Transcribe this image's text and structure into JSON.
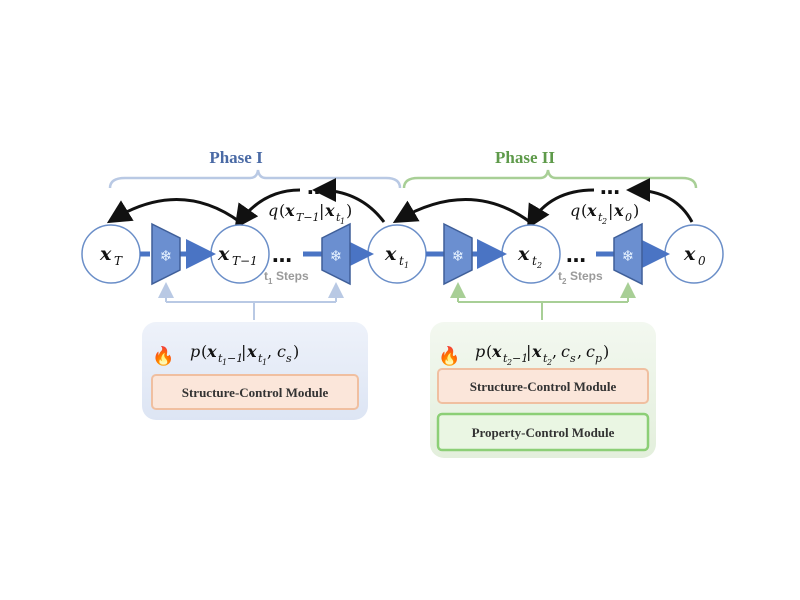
{
  "phases": [
    {
      "label": "Phase I",
      "color": "#4a6aa5"
    },
    {
      "label": "Phase II",
      "color": "#5e9a4a"
    }
  ],
  "nodes": {
    "x_T": {
      "var": "x",
      "sub": "T"
    },
    "x_T1": {
      "var": "x",
      "sub": "T−1"
    },
    "x_t1": {
      "var": "x",
      "sub": "t₁"
    },
    "x_t2": {
      "var": "x",
      "sub": "t₂"
    },
    "x_0": {
      "var": "x",
      "sub": "0"
    }
  },
  "ellipsis": "…",
  "steps": {
    "phase1": "t₁ Steps",
    "phase2": "t₂ Steps"
  },
  "forward": {
    "phase1": "q(𝒙_{T−1}|𝒙_{t₁})",
    "phase2": "q(𝒙_{t₂}|𝒙₀)"
  },
  "reverse": {
    "phase1": "p(𝒙_{t₁−1}|𝒙_{t₁}, c_s)",
    "phase2": "p(𝒙_{t₂−1}|𝒙_{t₂}, c_s, c_p)"
  },
  "modules": {
    "phase1": [
      "Structure-Control Module"
    ],
    "phase2": [
      "Structure-Control Module",
      "Property-Control Module"
    ]
  },
  "icons": [
    "frozen-snowflake-icon",
    "trainable-fire-icon"
  ],
  "colors": {
    "phase1_bracket": "#b9c9e4",
    "phase2_bracket": "#a8cf96",
    "arrow_blue": "#4a74c4",
    "trap_fill": "#6b8fd0",
    "structure_border": "#f0bfa0",
    "structure_fill": "#fbe6da",
    "property_border": "#8ccf76",
    "property_fill": "#eaf6e3"
  }
}
